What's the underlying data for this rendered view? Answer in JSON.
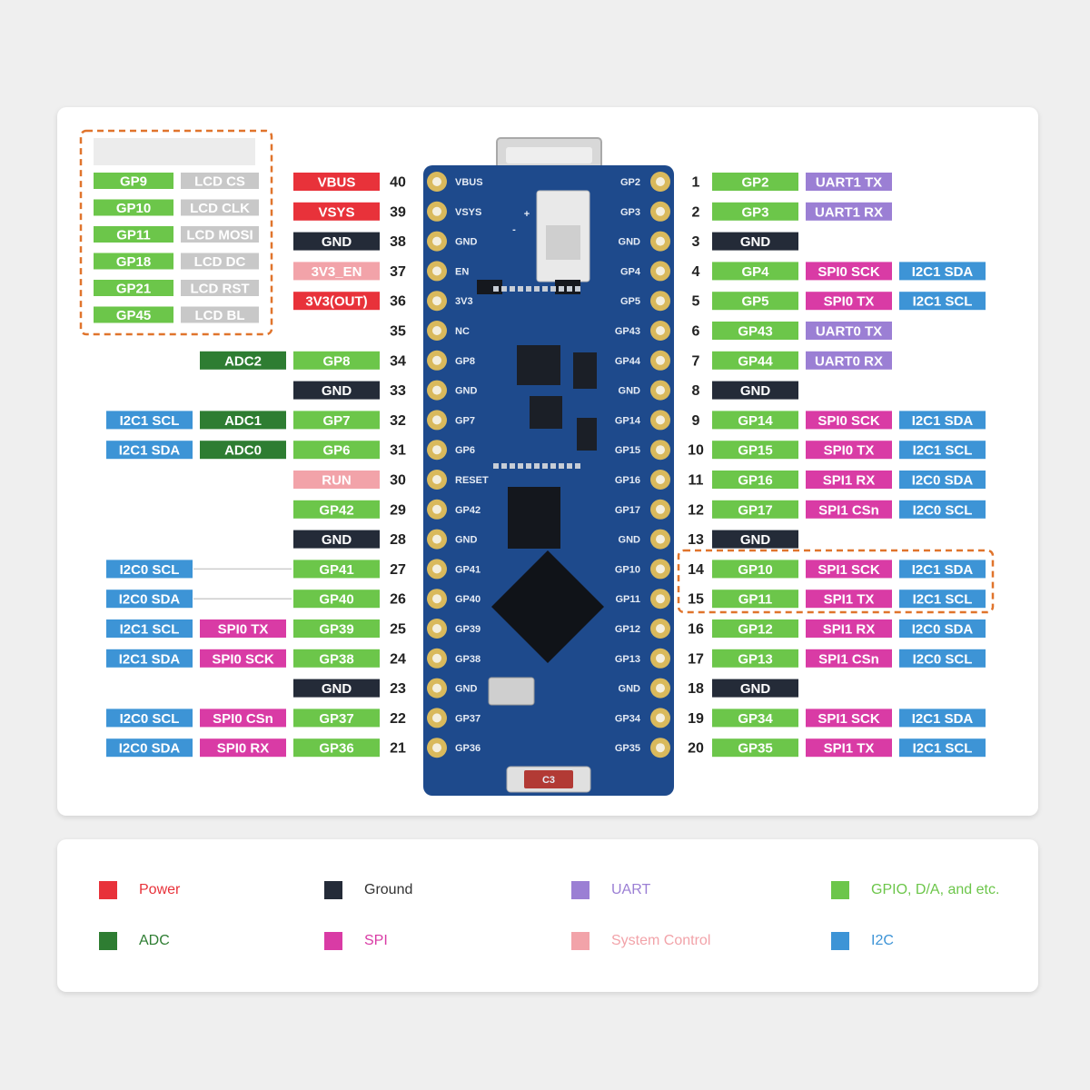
{
  "colors": {
    "power": "#e8323a",
    "ground": "#242b38",
    "uart": "#9b7fd4",
    "gpio": "#6cc64a",
    "adc": "#2e7d32",
    "spi": "#d93ba5",
    "system": "#f2a3a9",
    "i2c": "#3d94d6",
    "lcd": "#c8c8c8",
    "board": "#1e4a8c",
    "pad": "#d9b95c"
  },
  "lcd_table": {
    "rows": [
      {
        "gpio": "GP9",
        "func": "LCD CS"
      },
      {
        "gpio": "GP10",
        "func": "LCD CLK"
      },
      {
        "gpio": "GP11",
        "func": "LCD MOSI"
      },
      {
        "gpio": "GP18",
        "func": "LCD DC"
      },
      {
        "gpio": "GP21",
        "func": "LCD RST"
      },
      {
        "gpio": "GP45",
        "func": "LCD BL"
      }
    ]
  },
  "left_pins": [
    {
      "num": "40",
      "silk": "VBUS",
      "labels": [
        {
          "text": "VBUS",
          "type": "power"
        }
      ]
    },
    {
      "num": "39",
      "silk": "VSYS",
      "labels": [
        {
          "text": "VSYS",
          "type": "power"
        }
      ]
    },
    {
      "num": "38",
      "silk": "GND",
      "labels": [
        {
          "text": "GND",
          "type": "ground"
        }
      ]
    },
    {
      "num": "37",
      "silk": "EN",
      "labels": [
        {
          "text": "3V3_EN",
          "type": "system"
        }
      ]
    },
    {
      "num": "36",
      "silk": "3V3",
      "labels": [
        {
          "text": "3V3(OUT)",
          "type": "power"
        }
      ]
    },
    {
      "num": "35",
      "silk": "NC",
      "labels": []
    },
    {
      "num": "34",
      "silk": "GP8",
      "labels": [
        {
          "text": "GP8",
          "type": "gpio"
        },
        {
          "text": "ADC2",
          "type": "adc"
        }
      ]
    },
    {
      "num": "33",
      "silk": "GND",
      "labels": [
        {
          "text": "GND",
          "type": "ground"
        }
      ]
    },
    {
      "num": "32",
      "silk": "GP7",
      "labels": [
        {
          "text": "GP7",
          "type": "gpio"
        },
        {
          "text": "ADC1",
          "type": "adc"
        },
        {
          "text": "I2C1 SCL",
          "type": "i2c"
        }
      ]
    },
    {
      "num": "31",
      "silk": "GP6",
      "labels": [
        {
          "text": "GP6",
          "type": "gpio"
        },
        {
          "text": "ADC0",
          "type": "adc"
        },
        {
          "text": "I2C1 SDA",
          "type": "i2c"
        }
      ]
    },
    {
      "num": "30",
      "silk": "RESET",
      "labels": [
        {
          "text": "RUN",
          "type": "system"
        }
      ]
    },
    {
      "num": "29",
      "silk": "GP42",
      "labels": [
        {
          "text": "GP42",
          "type": "gpio"
        }
      ]
    },
    {
      "num": "28",
      "silk": "GND",
      "labels": [
        {
          "text": "GND",
          "type": "ground"
        }
      ]
    },
    {
      "num": "27",
      "silk": "GP41",
      "labels": [
        {
          "text": "GP41",
          "type": "gpio"
        },
        {
          "text": "",
          "type": "empty"
        },
        {
          "text": "I2C0 SCL",
          "type": "i2c"
        }
      ]
    },
    {
      "num": "26",
      "silk": "GP40",
      "labels": [
        {
          "text": "GP40",
          "type": "gpio"
        },
        {
          "text": "",
          "type": "empty"
        },
        {
          "text": "I2C0 SDA",
          "type": "i2c"
        }
      ]
    },
    {
      "num": "25",
      "silk": "GP39",
      "labels": [
        {
          "text": "GP39",
          "type": "gpio"
        },
        {
          "text": "SPI0 TX",
          "type": "spi"
        },
        {
          "text": "I2C1 SCL",
          "type": "i2c"
        }
      ]
    },
    {
      "num": "24",
      "silk": "GP38",
      "labels": [
        {
          "text": "GP38",
          "type": "gpio"
        },
        {
          "text": "SPI0 SCK",
          "type": "spi"
        },
        {
          "text": "I2C1 SDA",
          "type": "i2c"
        }
      ]
    },
    {
      "num": "23",
      "silk": "GND",
      "labels": [
        {
          "text": "GND",
          "type": "ground"
        }
      ]
    },
    {
      "num": "22",
      "silk": "GP37",
      "labels": [
        {
          "text": "GP37",
          "type": "gpio"
        },
        {
          "text": "SPI0 CSn",
          "type": "spi"
        },
        {
          "text": "I2C0 SCL",
          "type": "i2c"
        }
      ]
    },
    {
      "num": "21",
      "silk": "GP36",
      "labels": [
        {
          "text": "GP36",
          "type": "gpio"
        },
        {
          "text": "SPI0 RX",
          "type": "spi"
        },
        {
          "text": "I2C0 SDA",
          "type": "i2c"
        }
      ]
    }
  ],
  "right_pins": [
    {
      "num": "1",
      "silk": "GP2",
      "labels": [
        {
          "text": "GP2",
          "type": "gpio"
        },
        {
          "text": "UART1 TX",
          "type": "uart"
        }
      ]
    },
    {
      "num": "2",
      "silk": "GP3",
      "labels": [
        {
          "text": "GP3",
          "type": "gpio"
        },
        {
          "text": "UART1 RX",
          "type": "uart"
        }
      ]
    },
    {
      "num": "3",
      "silk": "GND",
      "labels": [
        {
          "text": "GND",
          "type": "ground"
        }
      ]
    },
    {
      "num": "4",
      "silk": "GP4",
      "labels": [
        {
          "text": "GP4",
          "type": "gpio"
        },
        {
          "text": "SPI0 SCK",
          "type": "spi"
        },
        {
          "text": "I2C1 SDA",
          "type": "i2c"
        }
      ]
    },
    {
      "num": "5",
      "silk": "GP5",
      "labels": [
        {
          "text": "GP5",
          "type": "gpio"
        },
        {
          "text": "SPI0 TX",
          "type": "spi"
        },
        {
          "text": "I2C1 SCL",
          "type": "i2c"
        }
      ]
    },
    {
      "num": "6",
      "silk": "GP43",
      "labels": [
        {
          "text": "GP43",
          "type": "gpio"
        },
        {
          "text": "UART0 TX",
          "type": "uart"
        }
      ]
    },
    {
      "num": "7",
      "silk": "GP44",
      "labels": [
        {
          "text": "GP44",
          "type": "gpio"
        },
        {
          "text": "UART0 RX",
          "type": "uart"
        }
      ]
    },
    {
      "num": "8",
      "silk": "GND",
      "labels": [
        {
          "text": "GND",
          "type": "ground"
        }
      ]
    },
    {
      "num": "9",
      "silk": "GP14",
      "labels": [
        {
          "text": "GP14",
          "type": "gpio"
        },
        {
          "text": "SPI0 SCK",
          "type": "spi"
        },
        {
          "text": "I2C1 SDA",
          "type": "i2c"
        }
      ]
    },
    {
      "num": "10",
      "silk": "GP15",
      "labels": [
        {
          "text": "GP15",
          "type": "gpio"
        },
        {
          "text": "SPI0 TX",
          "type": "spi"
        },
        {
          "text": "I2C1 SCL",
          "type": "i2c"
        }
      ]
    },
    {
      "num": "11",
      "silk": "GP16",
      "labels": [
        {
          "text": "GP16",
          "type": "gpio"
        },
        {
          "text": "SPI1 RX",
          "type": "spi"
        },
        {
          "text": "I2C0 SDA",
          "type": "i2c"
        }
      ]
    },
    {
      "num": "12",
      "silk": "GP17",
      "labels": [
        {
          "text": "GP17",
          "type": "gpio"
        },
        {
          "text": "SPI1 CSn",
          "type": "spi"
        },
        {
          "text": "I2C0 SCL",
          "type": "i2c"
        }
      ]
    },
    {
      "num": "13",
      "silk": "GND",
      "labels": [
        {
          "text": "GND",
          "type": "ground"
        }
      ]
    },
    {
      "num": "14",
      "silk": "GP10",
      "labels": [
        {
          "text": "GP10",
          "type": "gpio"
        },
        {
          "text": "SPI1 SCK",
          "type": "spi"
        },
        {
          "text": "I2C1 SDA",
          "type": "i2c"
        }
      ]
    },
    {
      "num": "15",
      "silk": "GP11",
      "labels": [
        {
          "text": "GP11",
          "type": "gpio"
        },
        {
          "text": "SPI1 TX",
          "type": "spi"
        },
        {
          "text": "I2C1 SCL",
          "type": "i2c"
        }
      ]
    },
    {
      "num": "16",
      "silk": "GP12",
      "labels": [
        {
          "text": "GP12",
          "type": "gpio"
        },
        {
          "text": "SPI1 RX",
          "type": "spi"
        },
        {
          "text": "I2C0 SDA",
          "type": "i2c"
        }
      ]
    },
    {
      "num": "17",
      "silk": "GP13",
      "labels": [
        {
          "text": "GP13",
          "type": "gpio"
        },
        {
          "text": "SPI1 CSn",
          "type": "spi"
        },
        {
          "text": "I2C0 SCL",
          "type": "i2c"
        }
      ]
    },
    {
      "num": "18",
      "silk": "GND",
      "labels": [
        {
          "text": "GND",
          "type": "ground"
        }
      ]
    },
    {
      "num": "19",
      "silk": "GP34",
      "labels": [
        {
          "text": "GP34",
          "type": "gpio"
        },
        {
          "text": "SPI1 SCK",
          "type": "spi"
        },
        {
          "text": "I2C1 SDA",
          "type": "i2c"
        }
      ]
    },
    {
      "num": "20",
      "silk": "GP35",
      "labels": [
        {
          "text": "GP35",
          "type": "gpio"
        },
        {
          "text": "SPI1 TX",
          "type": "spi"
        },
        {
          "text": "I2C1 SCL",
          "type": "i2c"
        }
      ]
    }
  ],
  "board": {
    "button_label": "C3"
  },
  "legend": {
    "items": [
      {
        "label": "Power",
        "type": "power"
      },
      {
        "label": "Ground",
        "type": "ground"
      },
      {
        "label": "UART",
        "type": "uart"
      },
      {
        "label": "GPIO, D/A, and etc.",
        "type": "gpio"
      },
      {
        "label": "ADC",
        "type": "adc"
      },
      {
        "label": "SPI",
        "type": "spi"
      },
      {
        "label": "System Control",
        "type": "system"
      },
      {
        "label": "I2C",
        "type": "i2c"
      }
    ]
  }
}
